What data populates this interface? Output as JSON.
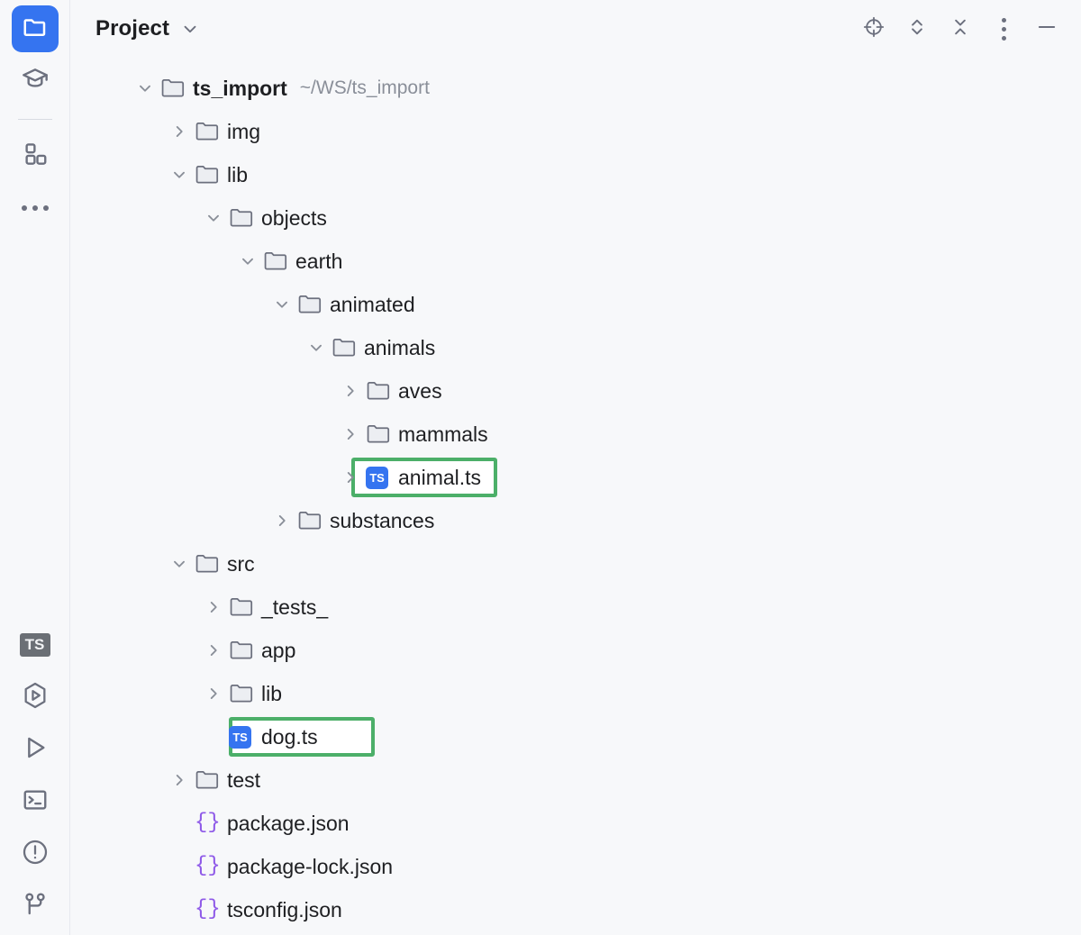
{
  "window": {
    "background": "#f7f8fa",
    "accent": "#3574f0",
    "highlight_color": "#4caf69"
  },
  "activity_bar": {
    "top_items": [
      {
        "name": "project-tool-window",
        "icon": "folder-icon",
        "active": true
      },
      {
        "name": "learn-tool-window",
        "icon": "graduation-cap-icon",
        "active": false
      }
    ],
    "mid_items": [
      {
        "name": "plugins-tool-window",
        "icon": "blocks-icon",
        "active": false
      },
      {
        "name": "more-tool-windows",
        "icon": "ellipsis-icon",
        "active": false
      }
    ],
    "bottom_items": [
      {
        "name": "typescript-tool-window",
        "icon": "ts-badge-icon",
        "label": "TS",
        "active": false
      },
      {
        "name": "run-debug-tool-window",
        "icon": "hexagon-play-icon",
        "active": false
      },
      {
        "name": "run-tool-window",
        "icon": "play-icon",
        "active": false
      },
      {
        "name": "terminal-tool-window",
        "icon": "terminal-icon",
        "active": false
      },
      {
        "name": "problems-tool-window",
        "icon": "warning-circle-icon",
        "active": false
      },
      {
        "name": "version-control-tool-window",
        "icon": "git-branch-icon",
        "active": false
      }
    ]
  },
  "header": {
    "title": "Project",
    "dropdown_icon": "chevron-down-icon",
    "actions": [
      {
        "name": "select-opened-file-button",
        "icon": "crosshair-icon",
        "tooltip": "Select Opened File"
      },
      {
        "name": "expand-collapse-button",
        "icon": "chevron-up-down-icon",
        "tooltip": "Expand / Collapse"
      },
      {
        "name": "collapse-all-button",
        "icon": "collapse-all-icon",
        "tooltip": "Collapse All"
      },
      {
        "name": "options-menu-button",
        "icon": "vertical-dots-icon",
        "tooltip": "Options"
      },
      {
        "name": "hide-button",
        "icon": "minimize-icon",
        "tooltip": "Hide"
      }
    ]
  },
  "tree": {
    "rows": [
      {
        "name": "tree-node-ts_import",
        "label": "ts_import",
        "path_hint": "~/WS/ts_import",
        "icon": "folder-icon",
        "twisty": "expanded",
        "depth": 0,
        "bold": true,
        "highlight": ""
      },
      {
        "name": "tree-node-img",
        "label": "img",
        "path_hint": "",
        "icon": "folder-icon",
        "twisty": "collapsed",
        "depth": 1,
        "bold": false,
        "highlight": ""
      },
      {
        "name": "tree-node-lib",
        "label": "lib",
        "path_hint": "",
        "icon": "folder-icon",
        "twisty": "expanded",
        "depth": 1,
        "bold": false,
        "highlight": ""
      },
      {
        "name": "tree-node-objects",
        "label": "objects",
        "path_hint": "",
        "icon": "folder-icon",
        "twisty": "expanded",
        "depth": 2,
        "bold": false,
        "highlight": ""
      },
      {
        "name": "tree-node-earth",
        "label": "earth",
        "path_hint": "",
        "icon": "folder-icon",
        "twisty": "expanded",
        "depth": 3,
        "bold": false,
        "highlight": ""
      },
      {
        "name": "tree-node-animated",
        "label": "animated",
        "path_hint": "",
        "icon": "folder-icon",
        "twisty": "expanded",
        "depth": 4,
        "bold": false,
        "highlight": ""
      },
      {
        "name": "tree-node-animals",
        "label": "animals",
        "path_hint": "",
        "icon": "folder-icon",
        "twisty": "expanded",
        "depth": 5,
        "bold": false,
        "highlight": ""
      },
      {
        "name": "tree-node-aves",
        "label": "aves",
        "path_hint": "",
        "icon": "folder-icon",
        "twisty": "collapsed",
        "depth": 6,
        "bold": false,
        "highlight": ""
      },
      {
        "name": "tree-node-mammals",
        "label": "mammals",
        "path_hint": "",
        "icon": "folder-icon",
        "twisty": "collapsed",
        "depth": 6,
        "bold": false,
        "highlight": ""
      },
      {
        "name": "tree-node-animal-ts",
        "label": "animal.ts",
        "path_hint": "",
        "icon": "ts-file-icon",
        "twisty": "collapsed",
        "depth": 6,
        "bold": false,
        "highlight": "hl-animal"
      },
      {
        "name": "tree-node-substances",
        "label": "substances",
        "path_hint": "",
        "icon": "folder-icon",
        "twisty": "collapsed",
        "depth": 4,
        "bold": false,
        "highlight": ""
      },
      {
        "name": "tree-node-src",
        "label": "src",
        "path_hint": "",
        "icon": "folder-icon",
        "twisty": "expanded",
        "depth": 1,
        "bold": false,
        "highlight": ""
      },
      {
        "name": "tree-node-tests",
        "label": "_tests_",
        "path_hint": "",
        "icon": "folder-icon",
        "twisty": "collapsed",
        "depth": 2,
        "bold": false,
        "highlight": ""
      },
      {
        "name": "tree-node-app",
        "label": "app",
        "path_hint": "",
        "icon": "folder-icon",
        "twisty": "collapsed",
        "depth": 2,
        "bold": false,
        "highlight": ""
      },
      {
        "name": "tree-node-src-lib",
        "label": "lib",
        "path_hint": "",
        "icon": "folder-icon",
        "twisty": "collapsed",
        "depth": 2,
        "bold": false,
        "highlight": ""
      },
      {
        "name": "tree-node-dog-ts",
        "label": "dog.ts",
        "path_hint": "",
        "icon": "ts-file-icon",
        "twisty": "none",
        "depth": 2,
        "bold": false,
        "highlight": "hl-dog"
      },
      {
        "name": "tree-node-test",
        "label": "test",
        "path_hint": "",
        "icon": "folder-icon",
        "twisty": "collapsed",
        "depth": 1,
        "bold": false,
        "highlight": ""
      },
      {
        "name": "tree-node-package-json",
        "label": "package.json",
        "path_hint": "",
        "icon": "json-file-icon",
        "twisty": "none",
        "depth": 1,
        "bold": false,
        "highlight": ""
      },
      {
        "name": "tree-node-package-lock",
        "label": "package-lock.json",
        "path_hint": "",
        "icon": "json-file-icon",
        "twisty": "none",
        "depth": 1,
        "bold": false,
        "highlight": ""
      },
      {
        "name": "tree-node-tsconfig",
        "label": "tsconfig.json",
        "path_hint": "",
        "icon": "json-file-icon",
        "twisty": "none",
        "depth": 1,
        "bold": false,
        "highlight": ""
      }
    ]
  },
  "icon_labels": {
    "ts_badge": "TS",
    "json_braces": "{}"
  }
}
